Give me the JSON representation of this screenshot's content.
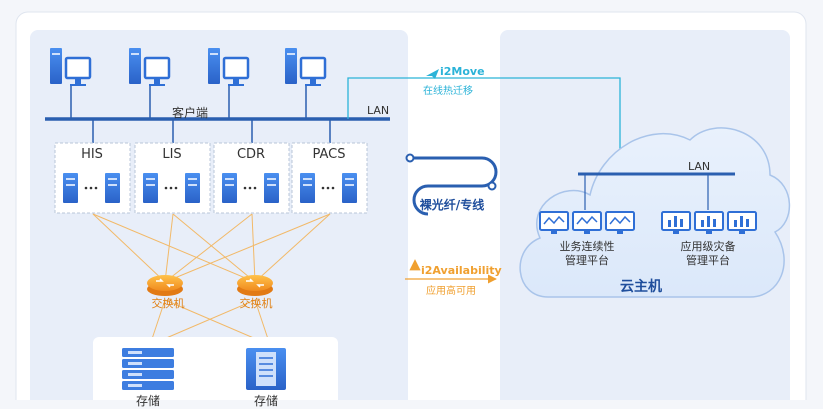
{
  "left": {
    "lan_label": "LAN",
    "client_label": "客户端",
    "client_count": 4,
    "systems": [
      {
        "name": "HIS"
      },
      {
        "name": "LIS"
      },
      {
        "name": "CDR"
      },
      {
        "name": "PACS"
      }
    ],
    "switches": [
      "交换机",
      "交换机"
    ],
    "storage": [
      "存储",
      "存储"
    ]
  },
  "middle": {
    "move_brand": "i2Move",
    "move_desc": "在线热迁移",
    "fiber_label": "裸光纤/专线",
    "avail_brand": "i2Availability",
    "avail_desc": "应用高可用"
  },
  "cloud": {
    "lan_label": "LAN",
    "title": "云主机",
    "platforms": [
      {
        "line1": "业务连续性",
        "line2": "管理平台",
        "icon": "line-chart-monitor-icon"
      },
      {
        "line1": "应用级灾备",
        "line2": "管理平台",
        "icon": "bar-chart-monitor-icon"
      }
    ]
  },
  "colors": {
    "primary": "#2f6fd6",
    "line": "#2a5fb0",
    "cyan": "#2bb3d8",
    "orange": "#f0a030",
    "panel": "#e6eefb",
    "cloud": "#e1ecfb"
  }
}
